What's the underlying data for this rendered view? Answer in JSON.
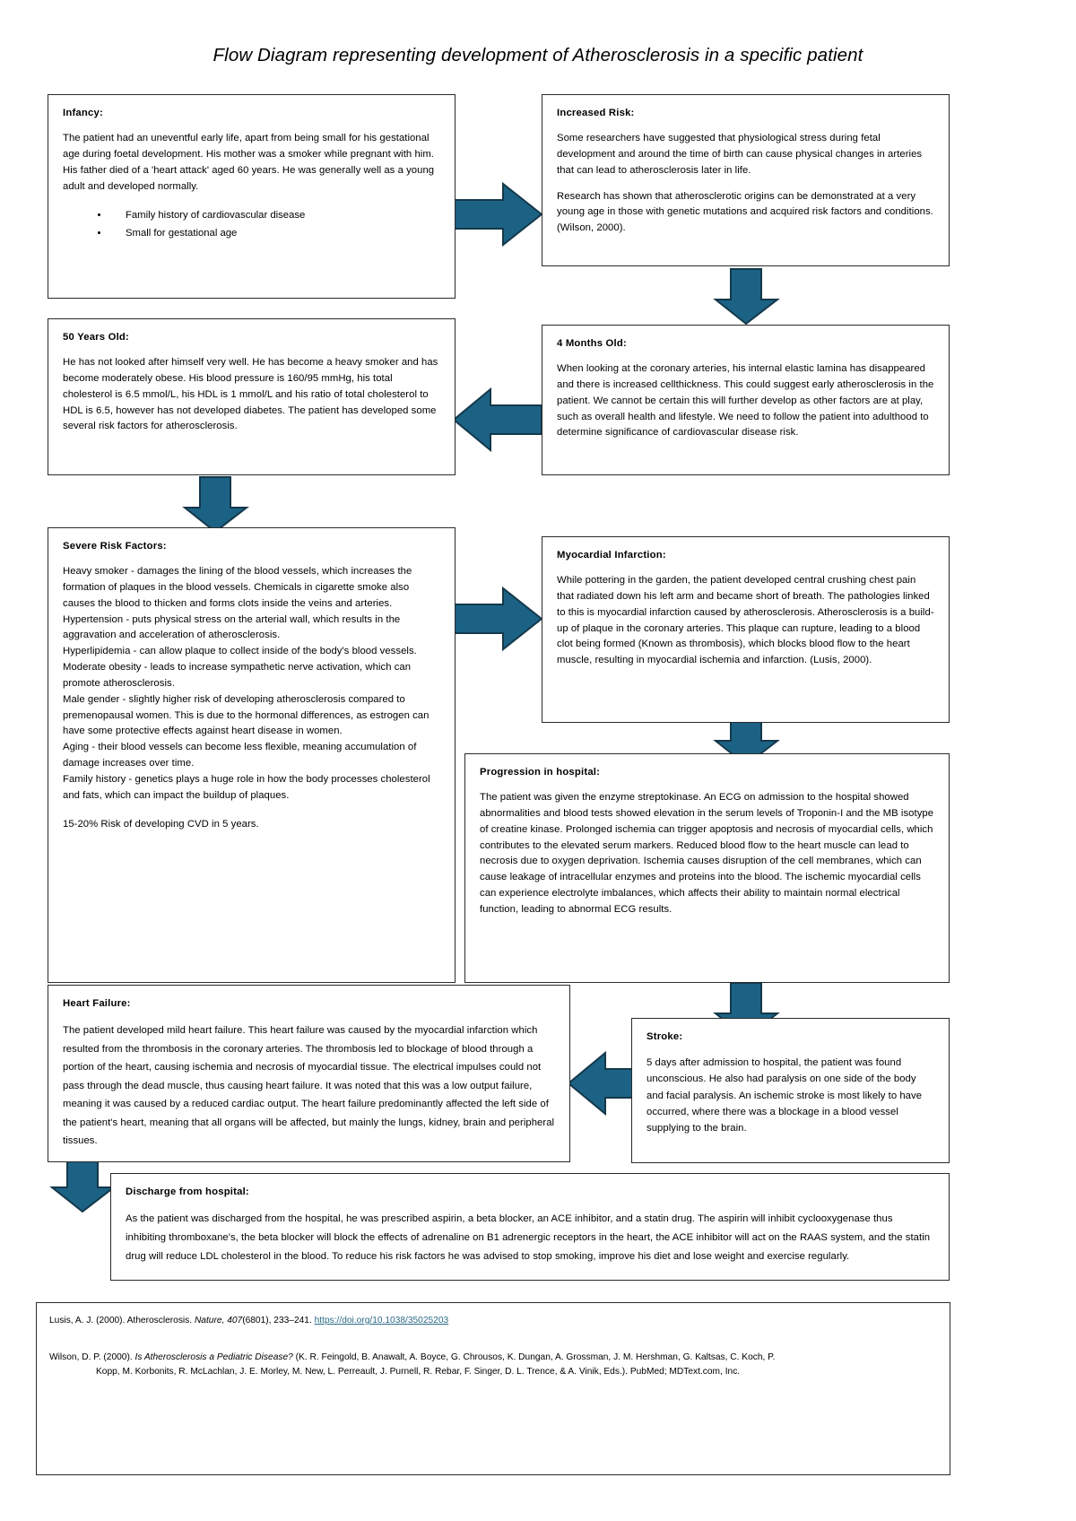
{
  "title": "Flow Diagram representing development of Atherosclerosis in a specific patient",
  "accent_color": "#1c6285",
  "arrow_outline_color": "#14384a",
  "box_border_color": "#2a2a2a",
  "link_color": "#2b6a86",
  "boxes": {
    "infancy": {
      "heading": "Infancy:",
      "body": "The patient had an uneventful early life, apart from being small for his gestational age during foetal development. His mother was a smoker while pregnant with him. His father died of a 'heart attack' aged 60 years. He was generally well as a young adult and developed normally.",
      "bullets": [
        "Family history of cardiovascular disease",
        "Small for gestational age"
      ]
    },
    "increased_risk": {
      "heading": "Increased Risk:",
      "para1": "Some researchers have suggested that physiological stress during fetal development and around the time of birth can cause physical changes in arteries that can lead to atherosclerosis later in life.",
      "para2": "Research has shown that atherosclerotic origins can be demonstrated at a very young age in those with genetic mutations and acquired risk factors and conditions. (Wilson, 2000)."
    },
    "four_months": {
      "heading": "4 Months Old:",
      "body": "When looking at the coronary arteries, his internal elastic lamina has disappeared and there is increased cellthickness. This could suggest early atherosclerosis in the patient. We cannot be certain this will further develop as other factors are at play, such as overall health and lifestyle. We need to follow the patient into adulthood to determine significance of cardiovascular disease risk."
    },
    "fifty_years": {
      "heading": "50 Years Old:",
      "body": "He has not looked after himself very well. He has become a heavy smoker and has become moderately obese. His blood pressure is 160/95 mmHg, his total cholesterol is 6.5 mmol/L, his HDL is 1 mmol/L and his ratio of total cholesterol to HDL is 6.5, however has not developed diabetes. The patient has developed some several risk factors for atherosclerosis."
    },
    "severe_risk_factors": {
      "heading": "Severe Risk Factors:",
      "body": "Heavy smoker - damages the lining of the blood vessels, which increases the formation of plaques in the blood vessels. Chemicals in cigarette smoke also causes the blood to thicken and forms clots inside the veins and arteries.\nHypertension - puts physical stress on the arterial wall, which results in the aggravation and acceleration of atherosclerosis.\nHyperlipidemia - can allow plaque to collect inside of the body's blood vessels.\nModerate obesity - leads to increase sympathetic nerve activation, which can promote atherosclerosis.\nMale gender - slightly higher risk of developing atherosclerosis compared to premenopausal women. This is due to the hormonal differences, as estrogen can have some protective effects against heart disease in women.\nAging - their blood vessels can become less flexible, meaning accumulation of damage increases over time.\nFamily history - genetics plays a huge role in how the body processes cholesterol and fats, which can impact the buildup of plaques.",
      "footer": "15-20% Risk of developing CVD in 5 years."
    },
    "myocardial_infarction": {
      "heading": "Myocardial Infarction:",
      "body": "While pottering in the garden, the patient developed central crushing chest pain that radiated down his left arm and became short of breath. The pathologies linked to this is myocardial infarction caused by atherosclerosis. Atherosclerosis is a build-up of plaque in the coronary arteries. This plaque can rupture, leading to a blood clot being formed (Known as thrombosis), which blocks blood flow to the heart muscle, resulting in myocardial ischemia and infarction. (Lusis, 2000)."
    },
    "progression_hospital": {
      "heading": "Progression in hospital:",
      "body": "The patient was given the enzyme streptokinase. An ECG on admission to the hospital showed abnormalities and blood tests showed elevation in the serum levels of Troponin-I and the MB isotype of creatine kinase. Prolonged ischemia can trigger apoptosis and necrosis of myocardial cells, which contributes to the elevated serum markers. Reduced blood flow to the heart muscle can lead to necrosis due to oxygen deprivation. Ischemia causes disruption of the cell membranes, which can cause leakage of intracellular enzymes and proteins into the blood. The ischemic myocardial cells can experience electrolyte imbalances, which affects their ability to maintain normal electrical function, leading to abnormal ECG results."
    },
    "stroke": {
      "heading": "Stroke:",
      "body": "5 days after admission to hospital, the patient was found unconscious. He also had paralysis on one side of the body and facial paralysis. An ischemic stroke is most likely to have occurred, where there was a blockage in a blood vessel supplying to the brain."
    },
    "heart_failure": {
      "heading": "Heart Failure:",
      "body": "The patient developed mild heart failure. This heart failure was caused by the myocardial infarction which resulted from the thrombosis in the coronary arteries. The thrombosis led to blockage of blood through a portion of the heart, causing ischemia and necrosis of myocardial tissue. The electrical impulses could not pass through the dead muscle, thus causing heart failure. It was noted that this was a low output failure, meaning it was caused by a reduced cardiac output. The heart failure predominantly affected the left side of the patient's heart, meaning that all organs will be affected, but mainly the lungs, kidney, brain and peripheral tissues."
    },
    "discharge": {
      "heading": "Discharge from hospital:",
      "body": "As the patient was discharged from the hospital, he was prescribed aspirin, a beta blocker, an ACE inhibitor, and a statin drug. The aspirin will inhibit cyclooxygenase thus inhibiting thromboxane's, the beta blocker will block the effects of adrenaline on B1 adrenergic receptors in the heart, the ACE inhibitor will act on the RAAS system, and the statin drug will reduce LDL cholesterol in the blood. To reduce his risk factors he was advised to stop smoking, improve his diet and lose weight and exercise regularly."
    }
  },
  "references": {
    "ref1": {
      "pre": "Lusis, A. J. (2000). Atherosclerosis. ",
      "italic": "Nature, 407",
      "mid": "(6801), 233–241. ",
      "link": "https://doi.org/10.1038/35025203"
    },
    "ref2": {
      "pre": "Wilson, D. P. (2000). ",
      "italic": "Is Atherosclerosis a Pediatric Disease?",
      "mid": " (K. R. Feingold, B. Anawalt, A. Boyce, G. Chrousos, K. Dungan, A. Grossman, J. M. Hershman, G. Kaltsas, C. Koch, P.",
      "line2": "Kopp, M. Korbonits, R. McLachlan, J. E. Morley, M. New, L. Perreault, J. Purnell, R. Rebar, F. Singer, D. L. Trence, & A. Vinik, Eds.). PubMed; MDText.com, Inc."
    }
  }
}
